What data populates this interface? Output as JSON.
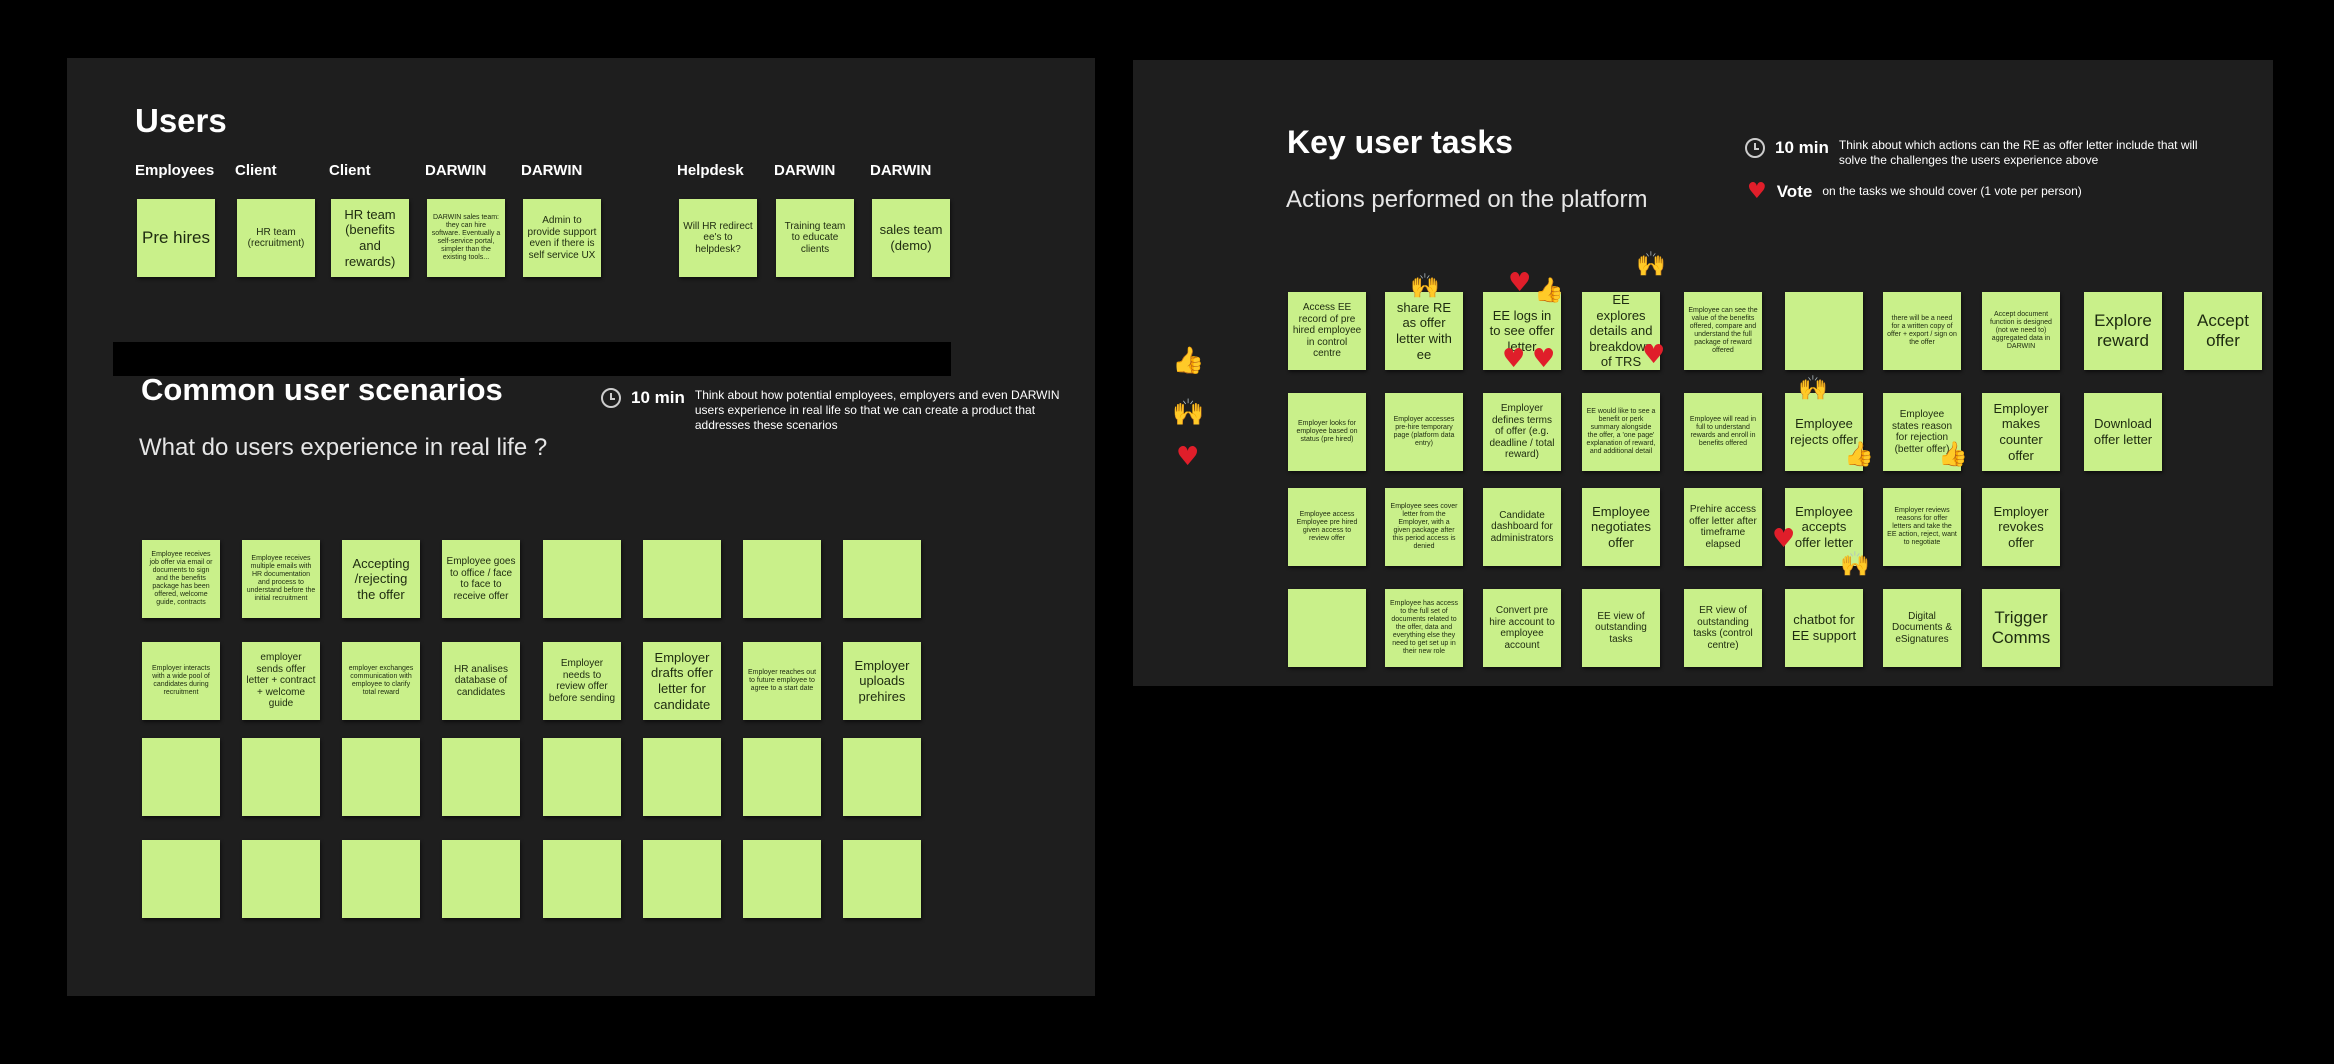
{
  "users": {
    "title": "Users",
    "columns": [
      {
        "label": "Employees",
        "note": "Pre hires",
        "size": "lg"
      },
      {
        "label": "Client",
        "note": "HR team (recruitment)",
        "size": "sm"
      },
      {
        "label": "Client",
        "note": "HR team (benefits and rewards)",
        "size": "md"
      },
      {
        "label": "DARWIN",
        "note": "DARWIN sales team: they can hire software. Eventually a self-service portal, simpler than the existing tools...",
        "size": "xs"
      },
      {
        "label": "DARWIN",
        "note": "Admin to provide support even if there is self service UX",
        "size": "sm"
      },
      {
        "label": "Helpdesk",
        "note": "Will HR redirect ee's to helpdesk?",
        "size": "sm"
      },
      {
        "label": "DARWIN",
        "note": "Training team to educate clients",
        "size": "sm"
      },
      {
        "label": "DARWIN",
        "note": "sales team (demo)",
        "size": "md"
      }
    ]
  },
  "scenarios": {
    "title": "Common user scenarios",
    "subtitle": "What do users experience in real life ?",
    "timer": {
      "label": "10 min",
      "desc": "Think about how potential employees, employers and even DARWIN users experience in real life so that we can create a product that addresses these scenarios"
    },
    "row1": [
      {
        "text": "Employee receives job offer via email or documents to sign and the benefits package has been offered, welcome guide, contracts",
        "size": "xs"
      },
      {
        "text": "Employee receives multiple emails with HR documentation and process to understand before the initial recruitment",
        "size": "xs"
      },
      {
        "text": "Accepting /rejecting the offer",
        "size": "md"
      },
      {
        "text": "Employee goes to office / face to face to receive offer",
        "size": "sm"
      },
      {
        "text": "",
        "size": "sm"
      },
      {
        "text": "",
        "size": "sm"
      },
      {
        "text": "",
        "size": "sm"
      },
      {
        "text": "",
        "size": "sm"
      }
    ],
    "row2": [
      {
        "text": "Employer interacts with a wide pool of candidates during recruitment",
        "size": "xs"
      },
      {
        "text": "employer sends offer letter + contract + welcome guide",
        "size": "sm"
      },
      {
        "text": "employer exchanges communication with employee to clarify total reward",
        "size": "xs"
      },
      {
        "text": "HR analises database of candidates",
        "size": "sm"
      },
      {
        "text": "Employer needs to review offer before sending",
        "size": "sm"
      },
      {
        "text": "Employer drafts offer letter for candidate",
        "size": "md"
      },
      {
        "text": "Employer reaches out to future employee to agree to a start date",
        "size": "xs"
      },
      {
        "text": "Employer uploads prehires",
        "size": "md"
      }
    ],
    "empty_rows": 2
  },
  "tasks": {
    "title": "Key user tasks",
    "subtitle": "Actions performed on the platform",
    "timer": {
      "label": "10 min",
      "desc": "Think about which actions can the RE as offer letter include that will solve the challenges the users experience above"
    },
    "vote": {
      "label": "Vote",
      "desc": "on the tasks we should cover (1 vote per person)"
    },
    "legend": [
      "thumbs-up",
      "raised-hands",
      "heart"
    ],
    "row1": [
      {
        "text": "Access EE record of pre hired employee in control centre",
        "size": "sm"
      },
      {
        "text": "share RE as offer letter with ee",
        "size": "md"
      },
      {
        "text": "EE logs in to see offer letter",
        "size": "md"
      },
      {
        "text": "EE explores details and breakdown of TRS",
        "size": "md"
      },
      {
        "text": "Employee can see the value of the benefits offered, compare and understand the full package of reward offered",
        "size": "xs"
      },
      {
        "text": "",
        "size": "sm"
      },
      {
        "text": "there will be a need for a written copy of offer + export / sign on the offer",
        "size": "xs"
      },
      {
        "text": "Accept document function is designed (not we need to) aggregated data in DARWIN",
        "size": "xs"
      },
      {
        "text": "Explore reward",
        "size": "lg"
      },
      {
        "text": "Accept offer",
        "size": "lg"
      }
    ],
    "row2": [
      {
        "text": "Employer looks for employee based on status (pre hired)",
        "size": "xs"
      },
      {
        "text": "Employer accesses pre-hire temporary page (platform data entry)",
        "size": "xs"
      },
      {
        "text": "Employer defines terms of offer (e.g. deadline / total reward)",
        "size": "sm"
      },
      {
        "text": "EE would like to see a benefit or perk summary alongside the offer, a 'one page' explanation of reward, and additional detail",
        "size": "xs"
      },
      {
        "text": "Employee will read in full to understand rewards and enroll in benefits offered",
        "size": "xs"
      },
      {
        "text": "Employee rejects offer",
        "size": "md"
      },
      {
        "text": "Employee states reason for rejection (better offer)",
        "size": "sm"
      },
      {
        "text": "Employer makes counter offer",
        "size": "md"
      },
      {
        "text": "Download offer letter",
        "size": "md"
      }
    ],
    "row3": [
      {
        "text": "Employee access Employee pre hired given access to review offer",
        "size": "xs"
      },
      {
        "text": "Employee sees cover letter from the Employer, with a given package after this period access is denied",
        "size": "xs"
      },
      {
        "text": "Candidate dashboard for administrators",
        "size": "sm"
      },
      {
        "text": "Employee negotiates offer",
        "size": "md"
      },
      {
        "text": "Prehire access offer letter after timeframe elapsed",
        "size": "sm"
      },
      {
        "text": "Employee accepts offer letter",
        "size": "md"
      },
      {
        "text": "Employer reviews reasons for offer letters and take the EE action, reject, want to negotiate",
        "size": "xs"
      },
      {
        "text": "Employer revokes offer",
        "size": "md"
      }
    ],
    "row4": [
      {
        "text": "",
        "size": "sm"
      },
      {
        "text": "Employee has access to the full set of documents related to the offer, data and everything else they need to get set up in their new role",
        "size": "xs"
      },
      {
        "text": "Convert pre hire account to employee account",
        "size": "sm"
      },
      {
        "text": "EE view of outstanding tasks",
        "size": "sm"
      },
      {
        "text": "ER view of outstanding tasks (control centre)",
        "size": "sm"
      },
      {
        "text": "chatbot for EE support",
        "size": "md"
      },
      {
        "text": "Digital Documents & eSignatures",
        "size": "sm"
      },
      {
        "text": "Trigger Comms",
        "size": "lg"
      }
    ]
  },
  "colors": {
    "canvas": "#000000",
    "board": "#1e1e1e",
    "sticky": "#c9f08a",
    "heart": "#e01e2a",
    "emoji_yellow": "#f5b82e"
  }
}
